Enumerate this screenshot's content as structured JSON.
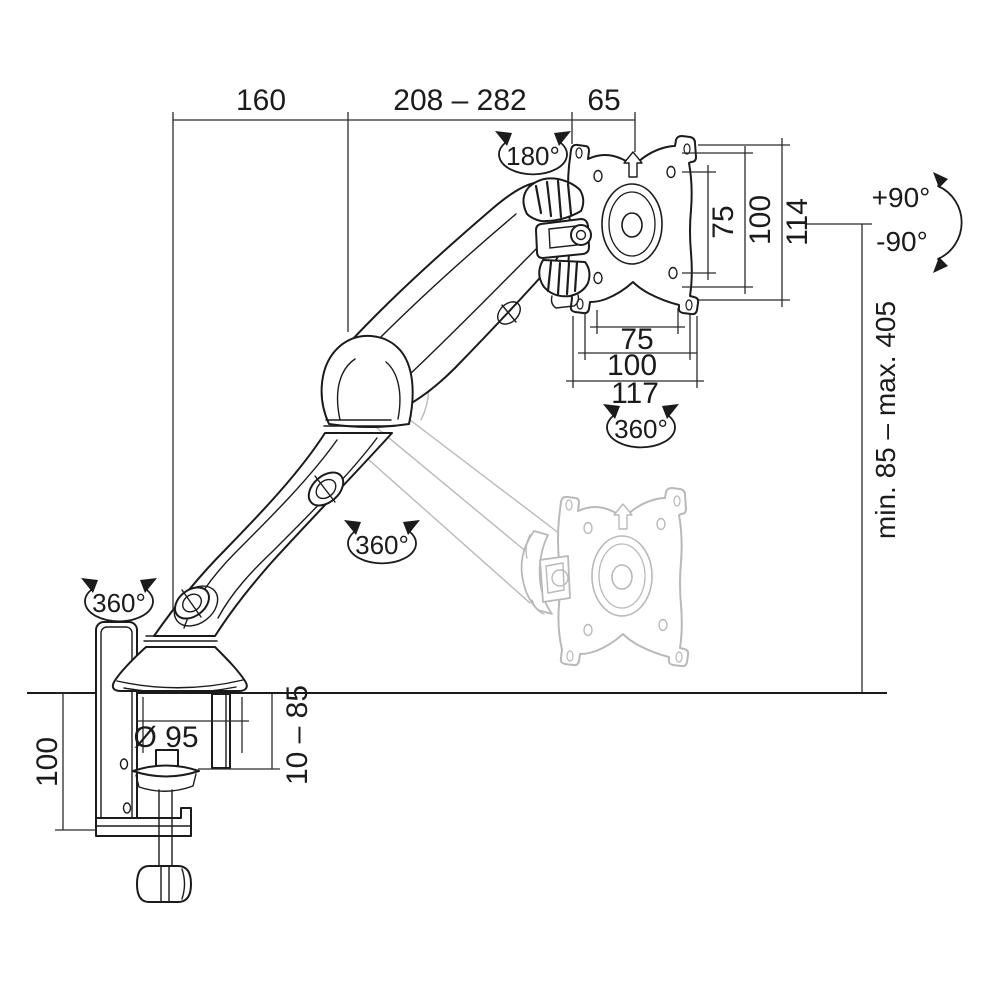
{
  "drawing": {
    "subject": "gas-spring monitor desk mount arm - dimensional line drawing",
    "colors": {
      "line": "#1b1b1b",
      "dimension": "#2b2b2b",
      "ghost": "#b9b9b9",
      "background": "#ffffff"
    }
  },
  "dims": {
    "top_left": "160",
    "top_mid": "208 – 282",
    "top_right": "65",
    "vesa_vertical_inner": "75",
    "vesa_vertical_outer": "100",
    "plate_height": "114",
    "vesa_horizontal_inner": "75",
    "vesa_horizontal_outer": "100",
    "plate_width": "117",
    "height_range": "min. 85 – max. 405",
    "clamp_height": "100",
    "base_diameter": "Ø 95",
    "desk_thickness": "10 – 85",
    "tilt_up": "+90°",
    "tilt_down": "-90°"
  },
  "rotations": {
    "head_swivel": "180°",
    "vesa_rotate": "360°",
    "arm_swivel": "360°",
    "base_swivel": "360°"
  }
}
